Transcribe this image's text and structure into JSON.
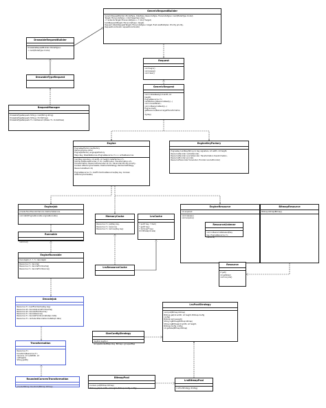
{
  "colors": {
    "stroke": "#1a1a1a",
    "interface_border": "#4a5fd6",
    "background": "#ffffff"
  },
  "classes": [
    {
      "id": "GenericRequestBuilder",
      "name": "GenericRequestBuilder",
      "style": "plain",
      "sections": [
        [
          "GenericRequestBuilder<ModelType, DataType, ResourceType, TranscodeType> load(ModelType model)",
          "Target<TranscodeType> into(ImageView view)",
          "<Y extends Target<TranscodeType>> Y into(Y target)",
          "buildRequest(Target<TranscodeType> target)",
          "Request obtainRequest(Target<TranscodeType> target, float sizeMultiplier, Priority priority,",
          "        RequestCoordinator requestCoordinator)"
        ]
      ]
    },
    {
      "id": "DrawableRequestBuilder",
      "name": "DrawableRequestBuilder",
      "style": "plain",
      "sections": [
        [],
        [
          "DrawableRequestBuilder<ModelType>",
          "> load(ModelType model)"
        ]
      ]
    },
    {
      "id": "DrawableTypeRequest",
      "name": "DrawableTypeRequest",
      "style": "plain",
      "sections": [
        []
      ]
    },
    {
      "id": "RequestManager",
      "name": "RequestManager",
      "style": "plain",
      "sections": [
        [],
        [
          "DrawableTypeRequest<String> load(String string)",
          "DrawableTypeRequest<String> fromString()",
          "DrawableTypeRequest<T> loadGeneric(Class<T> modelClass)"
        ]
      ]
    },
    {
      "id": "Request",
      "name": "Request",
      "style": "plain",
      "sections": [
        [],
        [
          "void begin()",
          "void pause()",
          "void clear()"
        ]
      ]
    },
    {
      "id": "GenericRequest",
      "name": "GenericRequest",
      "style": "plain",
      "sections": [
        [],
        [
          "void onSizeReady(int width, int",
          "height)",
          "EngineResource<?>",
          "loadStatus.onResourceReady(...)",
          "void onLoadFailed...",
          "void onResourceReady(...)",
          "Engine.load()",
          "getResource/Resource/getTransformation",
          "...",
          "dg Key)"
        ]
      ]
    },
    {
      "id": "Engine",
      "name": "Engine",
      "style": "plain",
      "sections": [
        [
          "EngineKeyFactory keyFactory",
          "MemoryCache cache",
          "EngineJobFactory engineJobFactory",
          "Map<Key, WeakReference<EngineResource<?>>> activeResources"
        ],
        [
          "load(Key signature, int width, int height, DataFetcher<T>",
          "fetcher,DataLoadProvider<T, Z> loadProvider, Transformation<Z>",
          "transformation, ResourceTranscoder<Z, R> transcoder,Priority priority,",
          "boolean isMemoryCacheable, DiskCacheStrategy diskCacheStrategy,",
          "ResourceCallback cb)",
          "",
          "EngineResource<?> loadFromActiveResources(Key key, boolean",
          "isMemoryCacheable)"
        ]
      ]
    },
    {
      "id": "EngineKeyFactory",
      "name": "EngineKeyFactory",
      "style": "plain",
      "sections": [
        [],
        [
          "EngineKey buildKey(String id, Key signature, int width, int height,",
          "ResourceDecoder cacheDecoder,",
          "ResourceDecoder sourceDecoder, Transformation transformation,",
          "ResourceEncoder encoder,",
          "        ResourceTranscoder transcoder, Encoder sourceEncoder)"
        ]
      ]
    },
    {
      "id": "EngineJob",
      "name": "EngineJob",
      "style": "plain",
      "sections": [
        [
          "private final ExecutorService diskCacheService"
        ],
        [
          "void start(EngineRunnable engineRunnable)"
        ]
      ]
    },
    {
      "id": "MemoryCache",
      "name": "MemoryCache",
      "style": "plain",
      "sections": [
        [],
        [
          "Resource<?> put(Key key,",
          "Resource<?> resource)",
          "Resource<?> remove(Key key)"
        ]
      ]
    },
    {
      "id": "LruCache",
      "name": "LruCache",
      "style": "plain",
      "sections": [
        [],
        [
          "Y put(T key, Y item)",
          "Y get(T key)",
          "Y remove(T key)",
          "trimToSize(int size)"
        ]
      ]
    },
    {
      "id": "EngineResource",
      "name": "EngineResource",
      "style": "plain",
      "sections": [
        [
          "int acquired"
        ],
        [
          "void release()",
          "void acquire()",
          "",
          "",
          "",
          "",
          "",
          ""
        ]
      ]
    },
    {
      "id": "ResourceListener",
      "name": "ResourceListener",
      "style": "plain",
      "sections": [
        [],
        [
          "void onResourceReleased(Key",
          "key, EngineResource<?>",
          "resource)"
        ]
      ]
    },
    {
      "id": "BitmapResource",
      "name": "BitmapResource",
      "style": "plain",
      "sections": [
        [
          "Bitmap bitmap/Bitmap]"
        ],
        [
          "",
          "",
          "",
          "",
          "",
          "",
          "",
          ""
        ]
      ]
    },
    {
      "id": "Runnable",
      "name": "Runnable",
      "style": "plain",
      "sections": [
        [],
        [
          "void run()"
        ]
      ]
    },
    {
      "id": "EngineRunnable",
      "name": "EngineRunnable",
      "style": "plain",
      "sections": [
        [
          "DecodeJob<?, ?, ?> decodeJob"
        ],
        [
          "Resource<?> decode()",
          "Resource<?> decodeFromCache()",
          "Resource<?> decodeFromSource()"
        ]
      ]
    },
    {
      "id": "LruResourceCache",
      "name": "LruResourceCache",
      "style": "plain",
      "sections": [
        []
      ]
    },
    {
      "id": "Resource",
      "name": "Resource",
      "style": "plain",
      "sections": [
        [],
        [
          "Z get()",
          "int getSize()",
          "void recycle()"
        ]
      ]
    },
    {
      "id": "DecodeJob",
      "name": "DecodeJob",
      "style": "blue",
      "sections": [
        [],
        [
          "Resource<T> loadFromCache(Key key)",
          "Resource<Z> decodeSourceFromCache()",
          "Resource<Z> decodeFromSource()",
          "Resource<T> decodeSource()",
          "Resource<T> decodeFromSourceData(A data)",
          "Resource<T> cacheAndDecodeSourceData(A data)"
        ]
      ]
    },
    {
      "id": "LruPoolStrategy",
      "name": "LruPoolStrategy",
      "style": "plain",
      "sections": [
        [],
        [
          "void put(Bitmap bitmap)",
          "Bitmap get(int width, int height, Bitmap.Config",
          "config)",
          "Bitmap removeLast()",
          "String logBitmap(Bitmap bitmap)",
          "String logBitmap(int width, int height,",
          "Bitmap.Config config)",
          "int getSize(Bitmap bitmap)"
        ]
      ]
    },
    {
      "id": "SizeConfigStrategy",
      "name": "SizeConfigStrategy",
      "style": "plain",
      "sections": [
        [],
        [
          "KeyPool keyPool",
          "GroupedLinkedMap<Key, Bitmap> groupedMap"
        ]
      ]
    },
    {
      "id": "Transformation",
      "name": "Transformation",
      "style": "blue",
      "sections": [
        [],
        [
          "Resource<T>",
          "transform(Resource<T>",
          "resource, int outWidth, int",
          "outHeight)",
          "String getId()"
        ]
      ]
    },
    {
      "id": "RoundedCornersTransformation",
      "name": "RoundedCornersTransformation",
      "style": "blue",
      "sections": [
        [],
        [
          "private Bitmap transform(Bitmap bitmap)"
        ]
      ]
    },
    {
      "id": "BitmapPool",
      "name": "BitmapPool",
      "style": "plain",
      "sections": [
        [],
        [
          "boolean put(Bitmap bitmap)",
          "Bitmap get(int width, int height, Bitmap.Config config)",
          ""
        ]
      ]
    },
    {
      "id": "LruBitmapPool",
      "name": "LruBitmapPool",
      "style": "plain",
      "sections": [
        [],
        [
          "LruPoolStrategy strategy",
          ""
        ]
      ]
    }
  ]
}
